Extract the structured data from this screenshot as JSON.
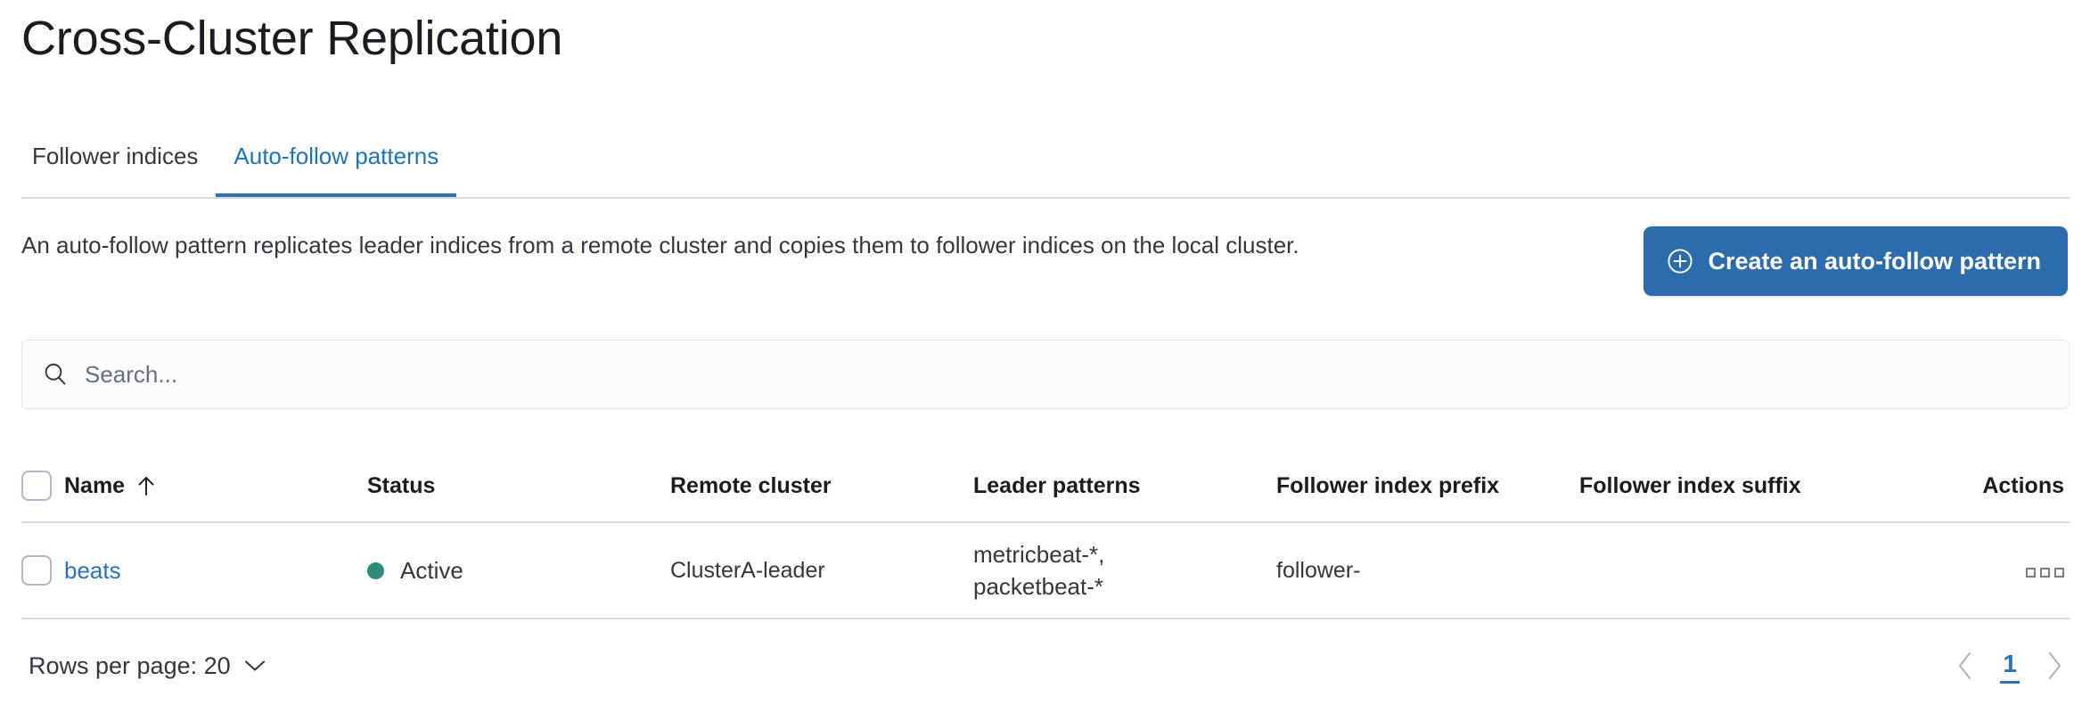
{
  "header": {
    "title": "Cross-Cluster Replication"
  },
  "tabs": [
    {
      "label": "Follower indices",
      "active": false
    },
    {
      "label": "Auto-follow patterns",
      "active": true
    }
  ],
  "intro": {
    "description": "An auto-follow pattern replicates leader indices from a remote cluster and copies them to follower indices on the local cluster.",
    "create_button_label": "Create an auto-follow pattern",
    "create_button_icon": "plus-in-circle-icon"
  },
  "search": {
    "value": "",
    "placeholder": "Search...",
    "icon": "search-icon"
  },
  "table": {
    "columns": [
      "Name",
      "Status",
      "Remote cluster",
      "Leader patterns",
      "Follower index prefix",
      "Follower index suffix",
      "Actions"
    ],
    "sorted_column": "Name",
    "sort_direction": "ascending",
    "sort_icon": "arrow-up-icon",
    "select_all_checkbox": "unchecked",
    "rows": [
      {
        "selected": false,
        "name": "beats",
        "status": "Active",
        "status_color": "#2e8b7c",
        "remote_cluster": "ClusterA-leader",
        "leader_patterns": "metricbeat-*,\npacketbeat-*",
        "follower_index_prefix": "follower-",
        "follower_index_suffix": "",
        "actions_icon": "boxes-horizontal-icon"
      }
    ]
  },
  "footer": {
    "rows_per_page_label": "Rows per page: 20",
    "rows_per_page_icon": "chevron-down-icon",
    "pagination": {
      "prev_icon": "chevron-left-icon",
      "next_icon": "chevron-right-icon",
      "current_page": "1"
    }
  },
  "colors": {
    "primary": "#2d6cab",
    "link": "#2b72b8",
    "text": "#343741",
    "border": "#d3dae6",
    "success": "#2e8b7c"
  }
}
